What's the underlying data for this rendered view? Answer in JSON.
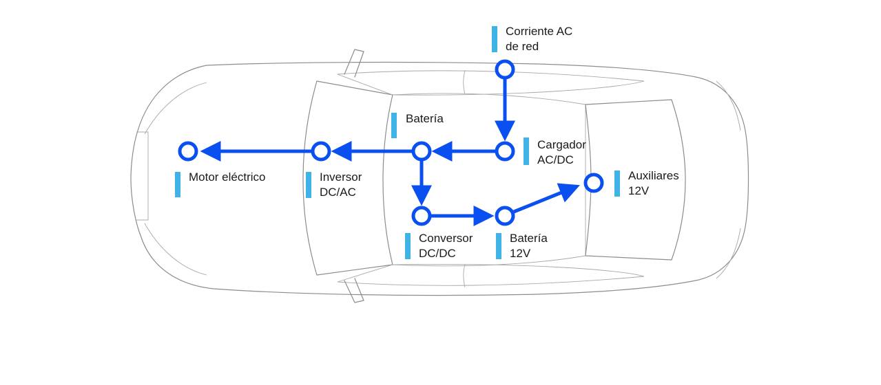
{
  "colors": {
    "flow": "#0a4ff0",
    "marker": "#3fb3e6",
    "car_outline": "#8c8c8c",
    "text": "#1a1a1a"
  },
  "nodes": {
    "corriente_ac": {
      "line1": "Corriente AC",
      "line2": "de red"
    },
    "cargador": {
      "line1": "Cargador",
      "line2": "AC/DC"
    },
    "bateria": {
      "line1": "Batería"
    },
    "inversor": {
      "line1": "Inversor",
      "line2": "DC/AC"
    },
    "motor": {
      "line1": "Motor eléctrico"
    },
    "conversor": {
      "line1": "Conversor",
      "line2": "DC/DC"
    },
    "bateria_12v": {
      "line1": "Batería",
      "line2": "12V"
    },
    "auxiliares": {
      "line1": "Auxiliares",
      "line2": "12V"
    }
  }
}
